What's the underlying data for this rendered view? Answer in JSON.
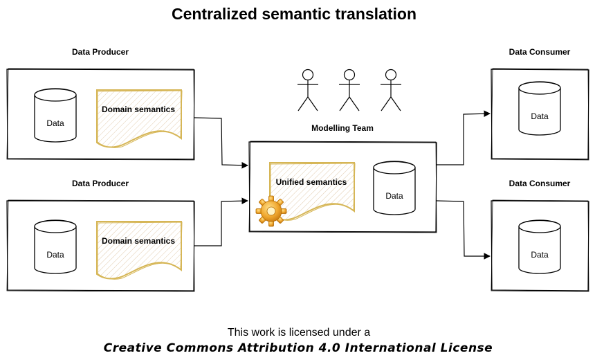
{
  "title": "Centralized semantic translation",
  "producers": [
    {
      "label": "Data Producer",
      "doc": "Domain semantics",
      "data": "Data"
    },
    {
      "label": "Data Producer",
      "doc": "Domain semantics",
      "data": "Data"
    }
  ],
  "modelling": {
    "label": "Modelling Team",
    "doc": "Unified semantics",
    "data": "Data"
  },
  "consumers": [
    {
      "label": "Data Consumer",
      "data": "Data"
    },
    {
      "label": "Data Consumer",
      "data": "Data"
    }
  ],
  "license": {
    "line1": "This work is licensed under a",
    "line2": "Creative Commons Attribution 4.0 International License"
  },
  "colors": {
    "doc_stroke": "#d6b656",
    "doc_hatch": "#c9a06a",
    "gear": "#f0a830",
    "ink": "#000000"
  },
  "icons": [
    "actor-icon",
    "actor-icon",
    "actor-icon",
    "gear-icon"
  ]
}
